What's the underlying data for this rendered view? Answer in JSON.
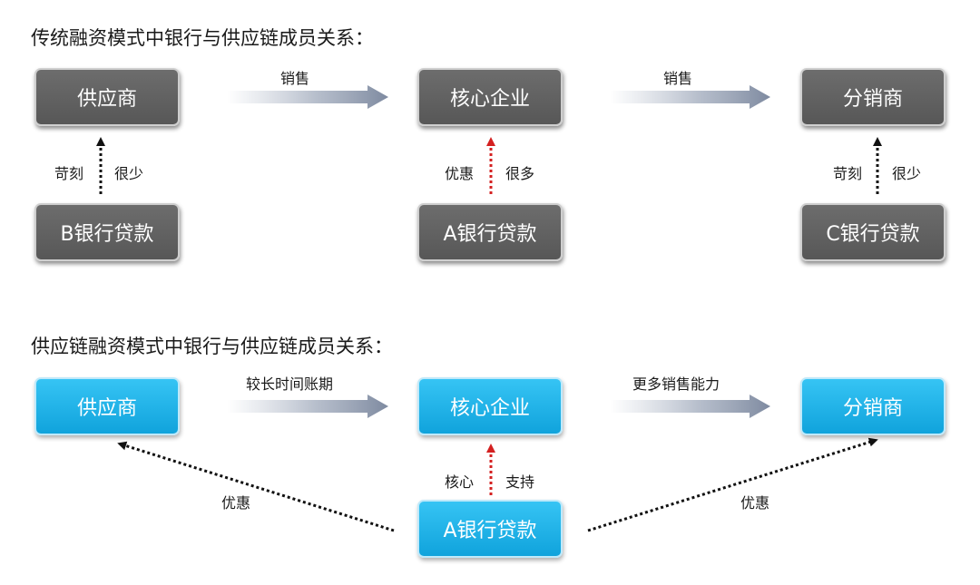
{
  "section1": {
    "title": "传统融资模式中银行与供应链成员关系：",
    "nodes": {
      "supplier": "供应商",
      "core": "核心企业",
      "distributor": "分销商",
      "bank_b": "B银行贷款",
      "bank_a": "A银行贷款",
      "bank_c": "C银行贷款"
    },
    "edges": {
      "sale1": "销售",
      "sale2": "销售",
      "b_left": "苛刻",
      "b_right": "很少",
      "a_left": "优惠",
      "a_right": "很多",
      "c_left": "苛刻",
      "c_right": "很少"
    }
  },
  "section2": {
    "title": "供应链融资模式中银行与供应链成员关系：",
    "nodes": {
      "supplier": "供应商",
      "core": "核心企业",
      "distributor": "分销商",
      "bank_a": "A银行贷款"
    },
    "edges": {
      "term": "较长时间账期",
      "sales_capacity": "更多销售能力",
      "core_left": "核心",
      "core_right": "支持",
      "favor_left": "优惠",
      "favor_right": "优惠"
    }
  },
  "colors": {
    "gray_box": "#616161",
    "blue_box": "#1ab2e8",
    "dotted_black": "#111111",
    "dotted_red": "#d42020"
  }
}
